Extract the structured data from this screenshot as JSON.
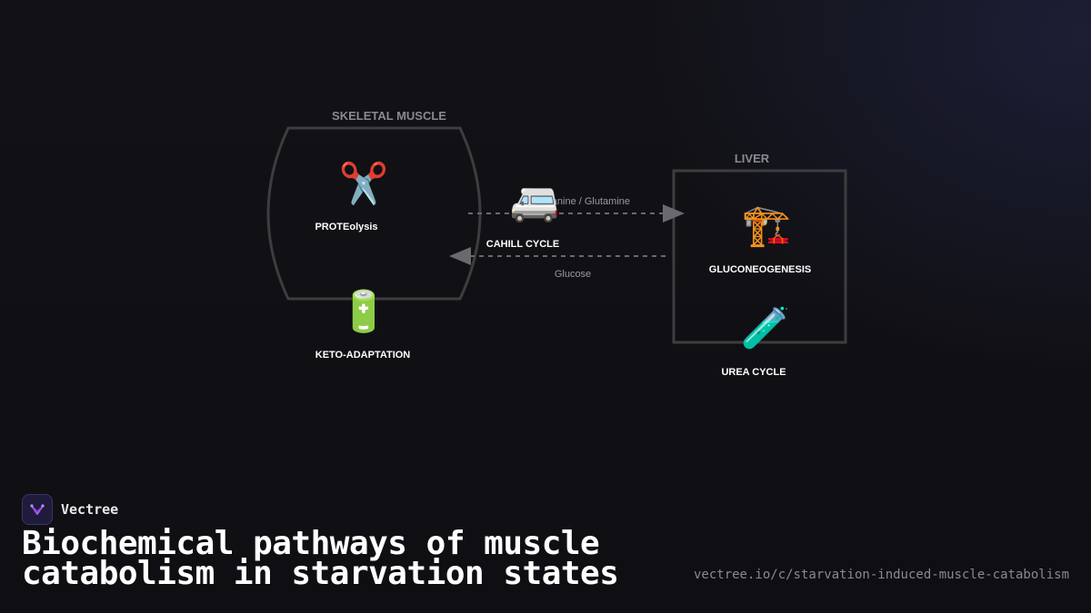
{
  "diagram": {
    "regions": {
      "muscle": "SKELETAL MUSCLE",
      "liver": "LIVER"
    },
    "nodes": {
      "proteolysis": {
        "label": "PROTEolysis",
        "icon": "scissors-icon",
        "glyph": "✂️"
      },
      "keto": {
        "label": "KETO-ADAPTATION",
        "icon": "battery-icon",
        "glyph": "🔋"
      },
      "cahill": {
        "label": "CAHILL CYCLE",
        "icon": "minibus-icon",
        "glyph": "🚐"
      },
      "gluconeo": {
        "label": "GLUCONEOGENESIS",
        "icon": "crane-icon",
        "glyph": "🏗️"
      },
      "urea": {
        "label": "UREA CYCLE",
        "icon": "test-tube-icon",
        "glyph": "🧪"
      }
    },
    "edges": {
      "to_liver": "Alanine / Glutamine",
      "to_muscle": "Glucose"
    },
    "colors": {
      "outline": "#3d3d40",
      "edge": "#6a6a6e",
      "region_label": "#8a8a8e"
    }
  },
  "footer": {
    "brand": "Vectree",
    "title": "Biochemical pathways of muscle catabolism in starvation states",
    "url": "vectree.io/c/starvation-induced-muscle-catabolism"
  }
}
